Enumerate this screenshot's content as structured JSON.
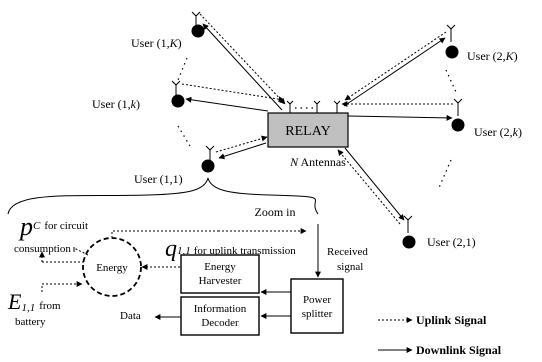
{
  "relay": {
    "label": "RELAY",
    "antennas_italic": "N",
    "antennas_text": " Antennas",
    "fill": "#c0c0c0"
  },
  "users": {
    "u1K": "User (1,",
    "u1K_idx": "K",
    "u1K_close": ")",
    "u1k": "User (1,",
    "u1k_idx": "k",
    "u1k_close": ")",
    "u11": "User (1,1)",
    "u2K": "User (2,",
    "u2K_idx": "K",
    "u2K_close": ")",
    "u2k": "User (2,",
    "u2k_idx": "k",
    "u2k_close": ")",
    "u21": "User (2,1)"
  },
  "zoom": {
    "label": "Zoom in"
  },
  "detail": {
    "pc_symbol": "p",
    "pc_sub": "C",
    "pc_text1": "for circuit",
    "pc_text2": "consumption",
    "q_symbol": "q",
    "q_sub": "1,1",
    "q_text": "for uplink transmission",
    "received1": "Received",
    "received2": "signal",
    "energy": "Energy",
    "harvester1": "Energy",
    "harvester2": "Harvester",
    "decoder1": "Information",
    "decoder2": "Decoder",
    "splitter1": "Power",
    "splitter2": "splitter",
    "e_symbol": "E",
    "e_sub": "1,1",
    "e_text1": "from",
    "e_text2": "battery",
    "data": "Data"
  },
  "legend": {
    "uplink": "Uplink Signal",
    "downlink": "Downlink Signal"
  }
}
